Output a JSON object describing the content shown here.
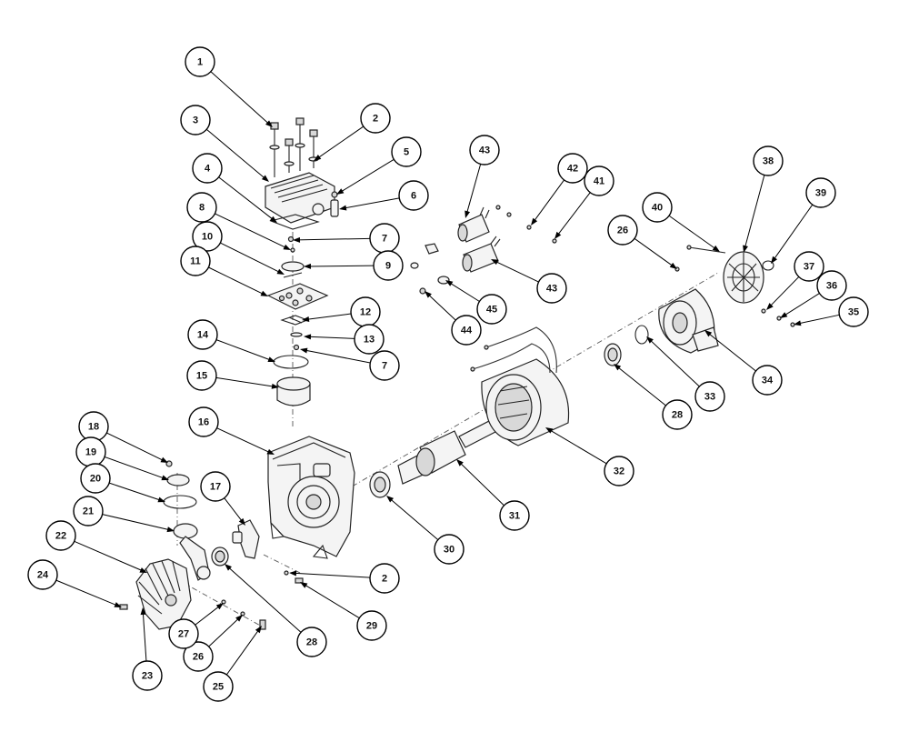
{
  "diagram": {
    "callouts": [
      {
        "label": "1"
      },
      {
        "label": "2"
      },
      {
        "label": "3"
      },
      {
        "label": "4"
      },
      {
        "label": "5"
      },
      {
        "label": "6"
      },
      {
        "label": "7"
      },
      {
        "label": "8"
      },
      {
        "label": "9"
      },
      {
        "label": "10"
      },
      {
        "label": "11"
      },
      {
        "label": "12"
      },
      {
        "label": "13"
      },
      {
        "label": "7"
      },
      {
        "label": "14"
      },
      {
        "label": "15"
      },
      {
        "label": "16"
      },
      {
        "label": "17"
      },
      {
        "label": "18"
      },
      {
        "label": "19"
      },
      {
        "label": "20"
      },
      {
        "label": "21"
      },
      {
        "label": "22"
      },
      {
        "label": "23"
      },
      {
        "label": "24"
      },
      {
        "label": "25"
      },
      {
        "label": "26"
      },
      {
        "label": "27"
      },
      {
        "label": "28"
      },
      {
        "label": "2"
      },
      {
        "label": "29"
      },
      {
        "label": "30"
      },
      {
        "label": "31"
      },
      {
        "label": "32"
      },
      {
        "label": "43"
      },
      {
        "label": "43"
      },
      {
        "label": "42"
      },
      {
        "label": "41"
      },
      {
        "label": "44"
      },
      {
        "label": "45"
      },
      {
        "label": "26"
      },
      {
        "label": "40"
      },
      {
        "label": "38"
      },
      {
        "label": "39"
      },
      {
        "label": "37"
      },
      {
        "label": "36"
      },
      {
        "label": "35"
      },
      {
        "label": "34"
      },
      {
        "label": "33"
      },
      {
        "label": "28"
      }
    ]
  }
}
